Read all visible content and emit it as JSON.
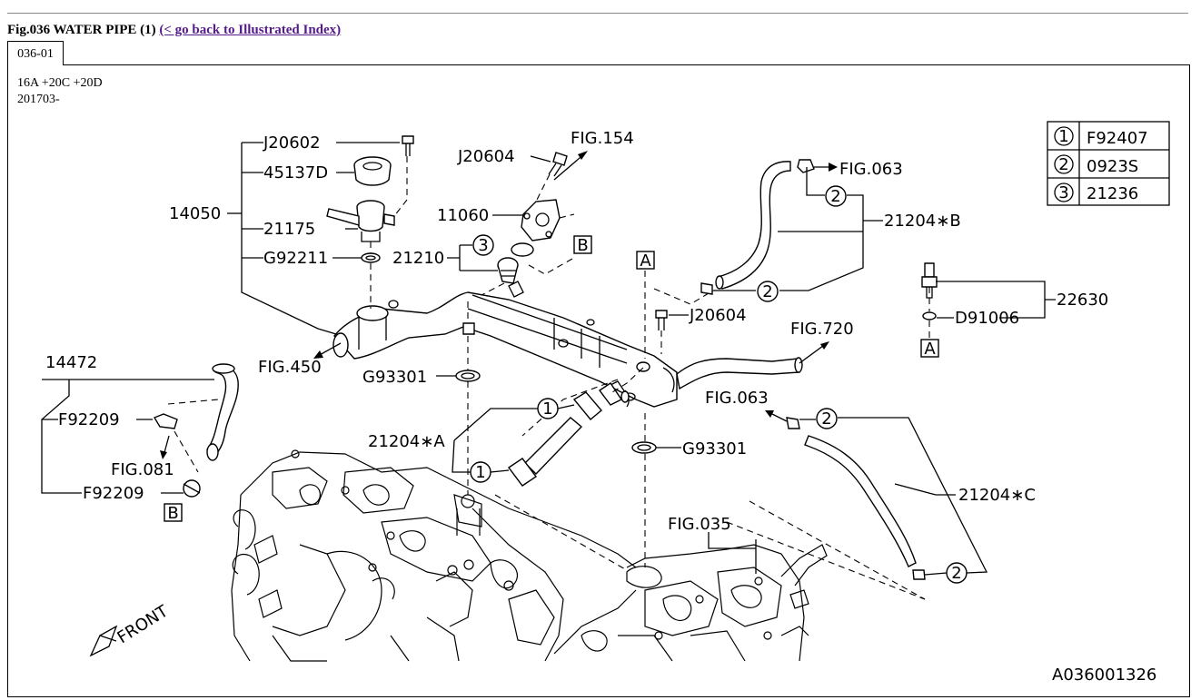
{
  "header": {
    "fig_title": "Fig.036 WATER PIPE (1)",
    "back_link": "(< go back to Illustrated Index)"
  },
  "tab": {
    "label": "036-01"
  },
  "applicability": {
    "models": "16A +20C +20D",
    "date": "201703-"
  },
  "legend": [
    {
      "num": "1",
      "code": "F92407"
    },
    {
      "num": "2",
      "code": "0923S"
    },
    {
      "num": "3",
      "code": "21236"
    }
  ],
  "callouts": {
    "j20602": "J20602",
    "p45137d": "45137D",
    "p14050": "14050",
    "p21175": "21175",
    "g92211": "G92211",
    "j20604_top": "J20604",
    "fig154": "FIG.154",
    "p11060": "11060",
    "p21210": "21210",
    "fig063_top": "FIG.063",
    "p21204b": "21204∗B",
    "p22630": "22630",
    "d91006": "D91006",
    "fig450": "FIG.450",
    "j20604_mid": "J20604",
    "fig720": "FIG.720",
    "g93301_left": "G93301",
    "p14472": "14472",
    "f92209_top": "F92209",
    "fig081": "FIG.081",
    "f92209_bottom": "F92209",
    "p21204a": "21204∗A",
    "fig063_mid": "FIG.063",
    "g93301_right": "G93301",
    "p21204c": "21204∗C",
    "fig035": "FIG.035",
    "front": "FRONT",
    "drawing_id": "A036001326"
  },
  "ref_boxes": {
    "a": "A",
    "b": "B"
  },
  "circle_refs": {
    "one": "1",
    "two": "2",
    "three": "3"
  }
}
